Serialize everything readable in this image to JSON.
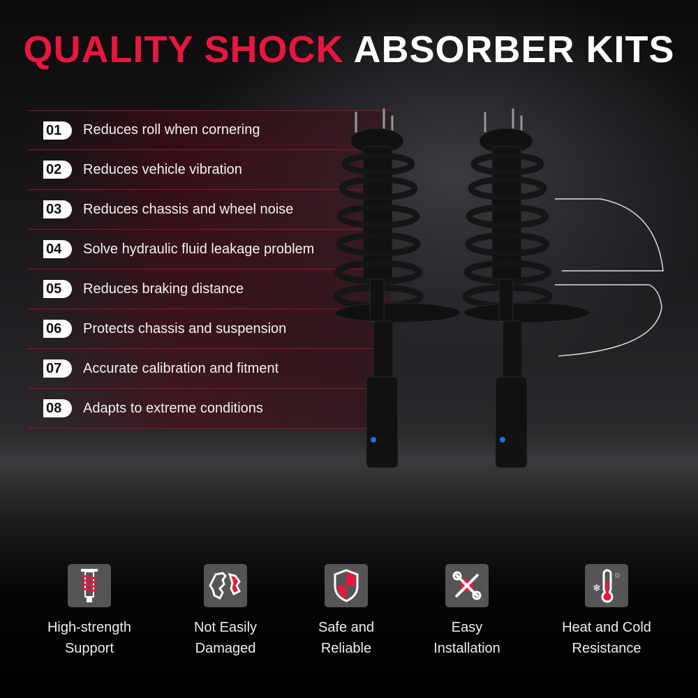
{
  "title": {
    "part1": "QUALITY SHOCK",
    "part2": "ABSORBER KITS"
  },
  "accent": "#e8173f",
  "features": [
    {
      "num": "01",
      "text": "Reduces roll when cornering"
    },
    {
      "num": "02",
      "text": "Reduces vehicle vibration"
    },
    {
      "num": "03",
      "text": "Reduces chassis and wheel noise"
    },
    {
      "num": "04",
      "text": "Solve hydraulic fluid leakage problem"
    },
    {
      "num": "05",
      "text": "Reduces braking distance"
    },
    {
      "num": "06",
      "text": "Protects chassis and suspension"
    },
    {
      "num": "07",
      "text": "Accurate calibration and fitment"
    },
    {
      "num": "08",
      "text": "Adapts to extreme conditions"
    }
  ],
  "benefits": [
    {
      "icon": "coil-spring-icon",
      "line1": "High-strength",
      "line2": "Support"
    },
    {
      "icon": "broken-gear-icon",
      "line1": "Not Easily",
      "line2": "Damaged"
    },
    {
      "icon": "shield-icon",
      "line1": "Safe and",
      "line2": "Reliable"
    },
    {
      "icon": "wrench-icon",
      "line1": "Easy",
      "line2": "Installation"
    },
    {
      "icon": "thermometer-icon",
      "line1": "Heat and Cold",
      "line2": "Resistance"
    }
  ]
}
